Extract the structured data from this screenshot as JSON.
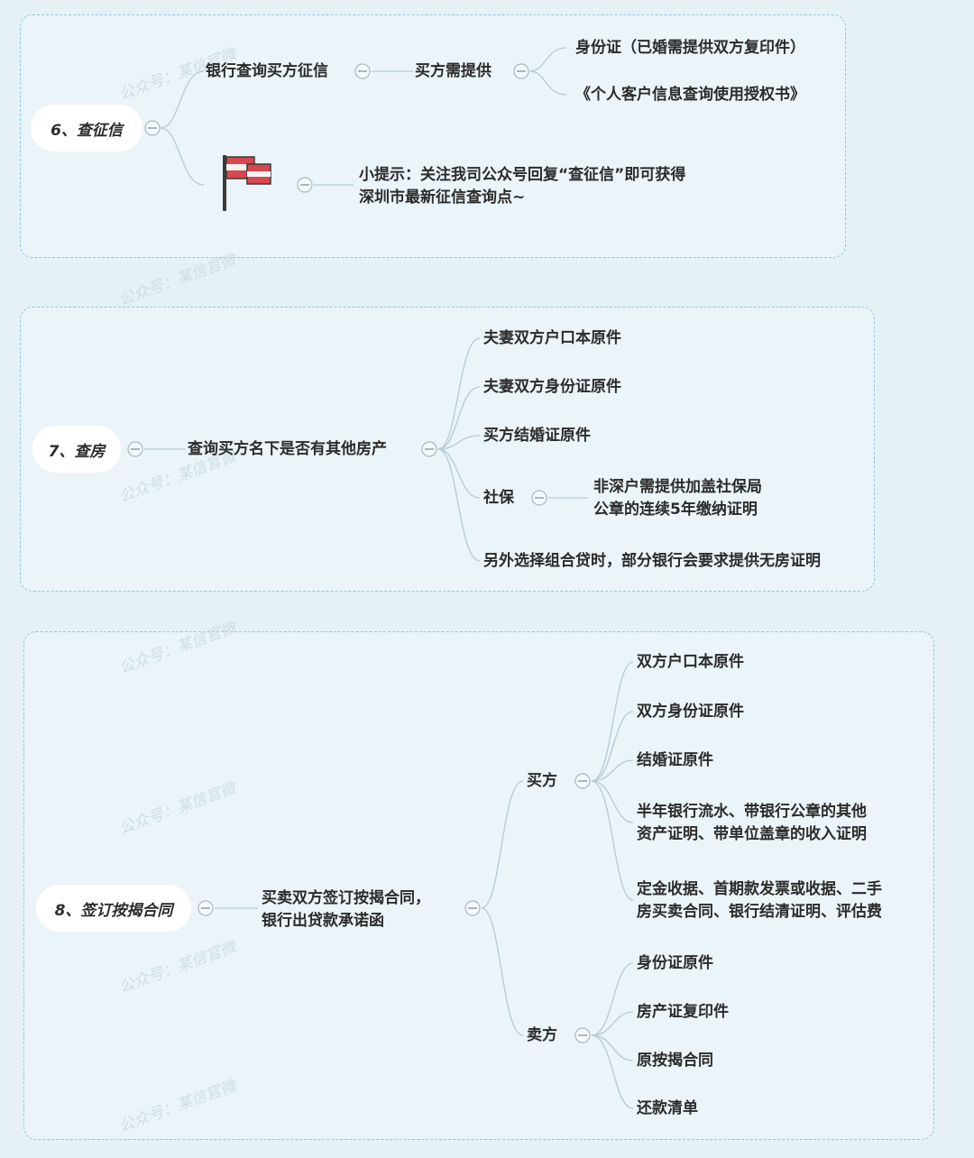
{
  "watermark": "公众号：某信官微",
  "section6": {
    "root": "6、查征信",
    "n1": "银行查询买方征信",
    "n2": "买方需提供",
    "leaves": [
      "身份证（已婚需提供双方复印件）",
      "《个人客户信息查询使用授权书》"
    ],
    "tip_line1": "小提示：关注我司公众号回复“查征信”即可获得",
    "tip_line2": "深圳市最新征信查询点~"
  },
  "section7": {
    "root": "7、查房",
    "n1": "查询买方名下是否有其他房产",
    "leaves": [
      "夫妻双方户口本原件",
      "夫妻双方身份证原件",
      "买方结婚证原件",
      "社保",
      "另外选择组合贷时，部分银行会要求提供无房证明"
    ],
    "shebao_line1": "非深户需提供加盖社保局",
    "shebao_line2": "公章的连续5年缴纳证明"
  },
  "section8": {
    "root": "8、签订按揭合同",
    "n1_line1": "买卖双方签订按揭合同，",
    "n1_line2": "银行出贷款承诺函",
    "buyer": "买方",
    "seller": "卖方",
    "buyer_items": [
      "双方户口本原件",
      "双方身份证原件",
      "结婚证原件"
    ],
    "buyer_item4_line1": "半年银行流水、带银行公章的其他",
    "buyer_item4_line2": "资产证明、带单位盖章的收入证明",
    "buyer_item5_line1": "定金收据、首期款发票或收据、二手",
    "buyer_item5_line2": "房买卖合同、银行结清证明、评估费",
    "seller_items": [
      "身份证原件",
      "房产证复印件",
      "原按揭合同",
      "还款清单"
    ]
  }
}
